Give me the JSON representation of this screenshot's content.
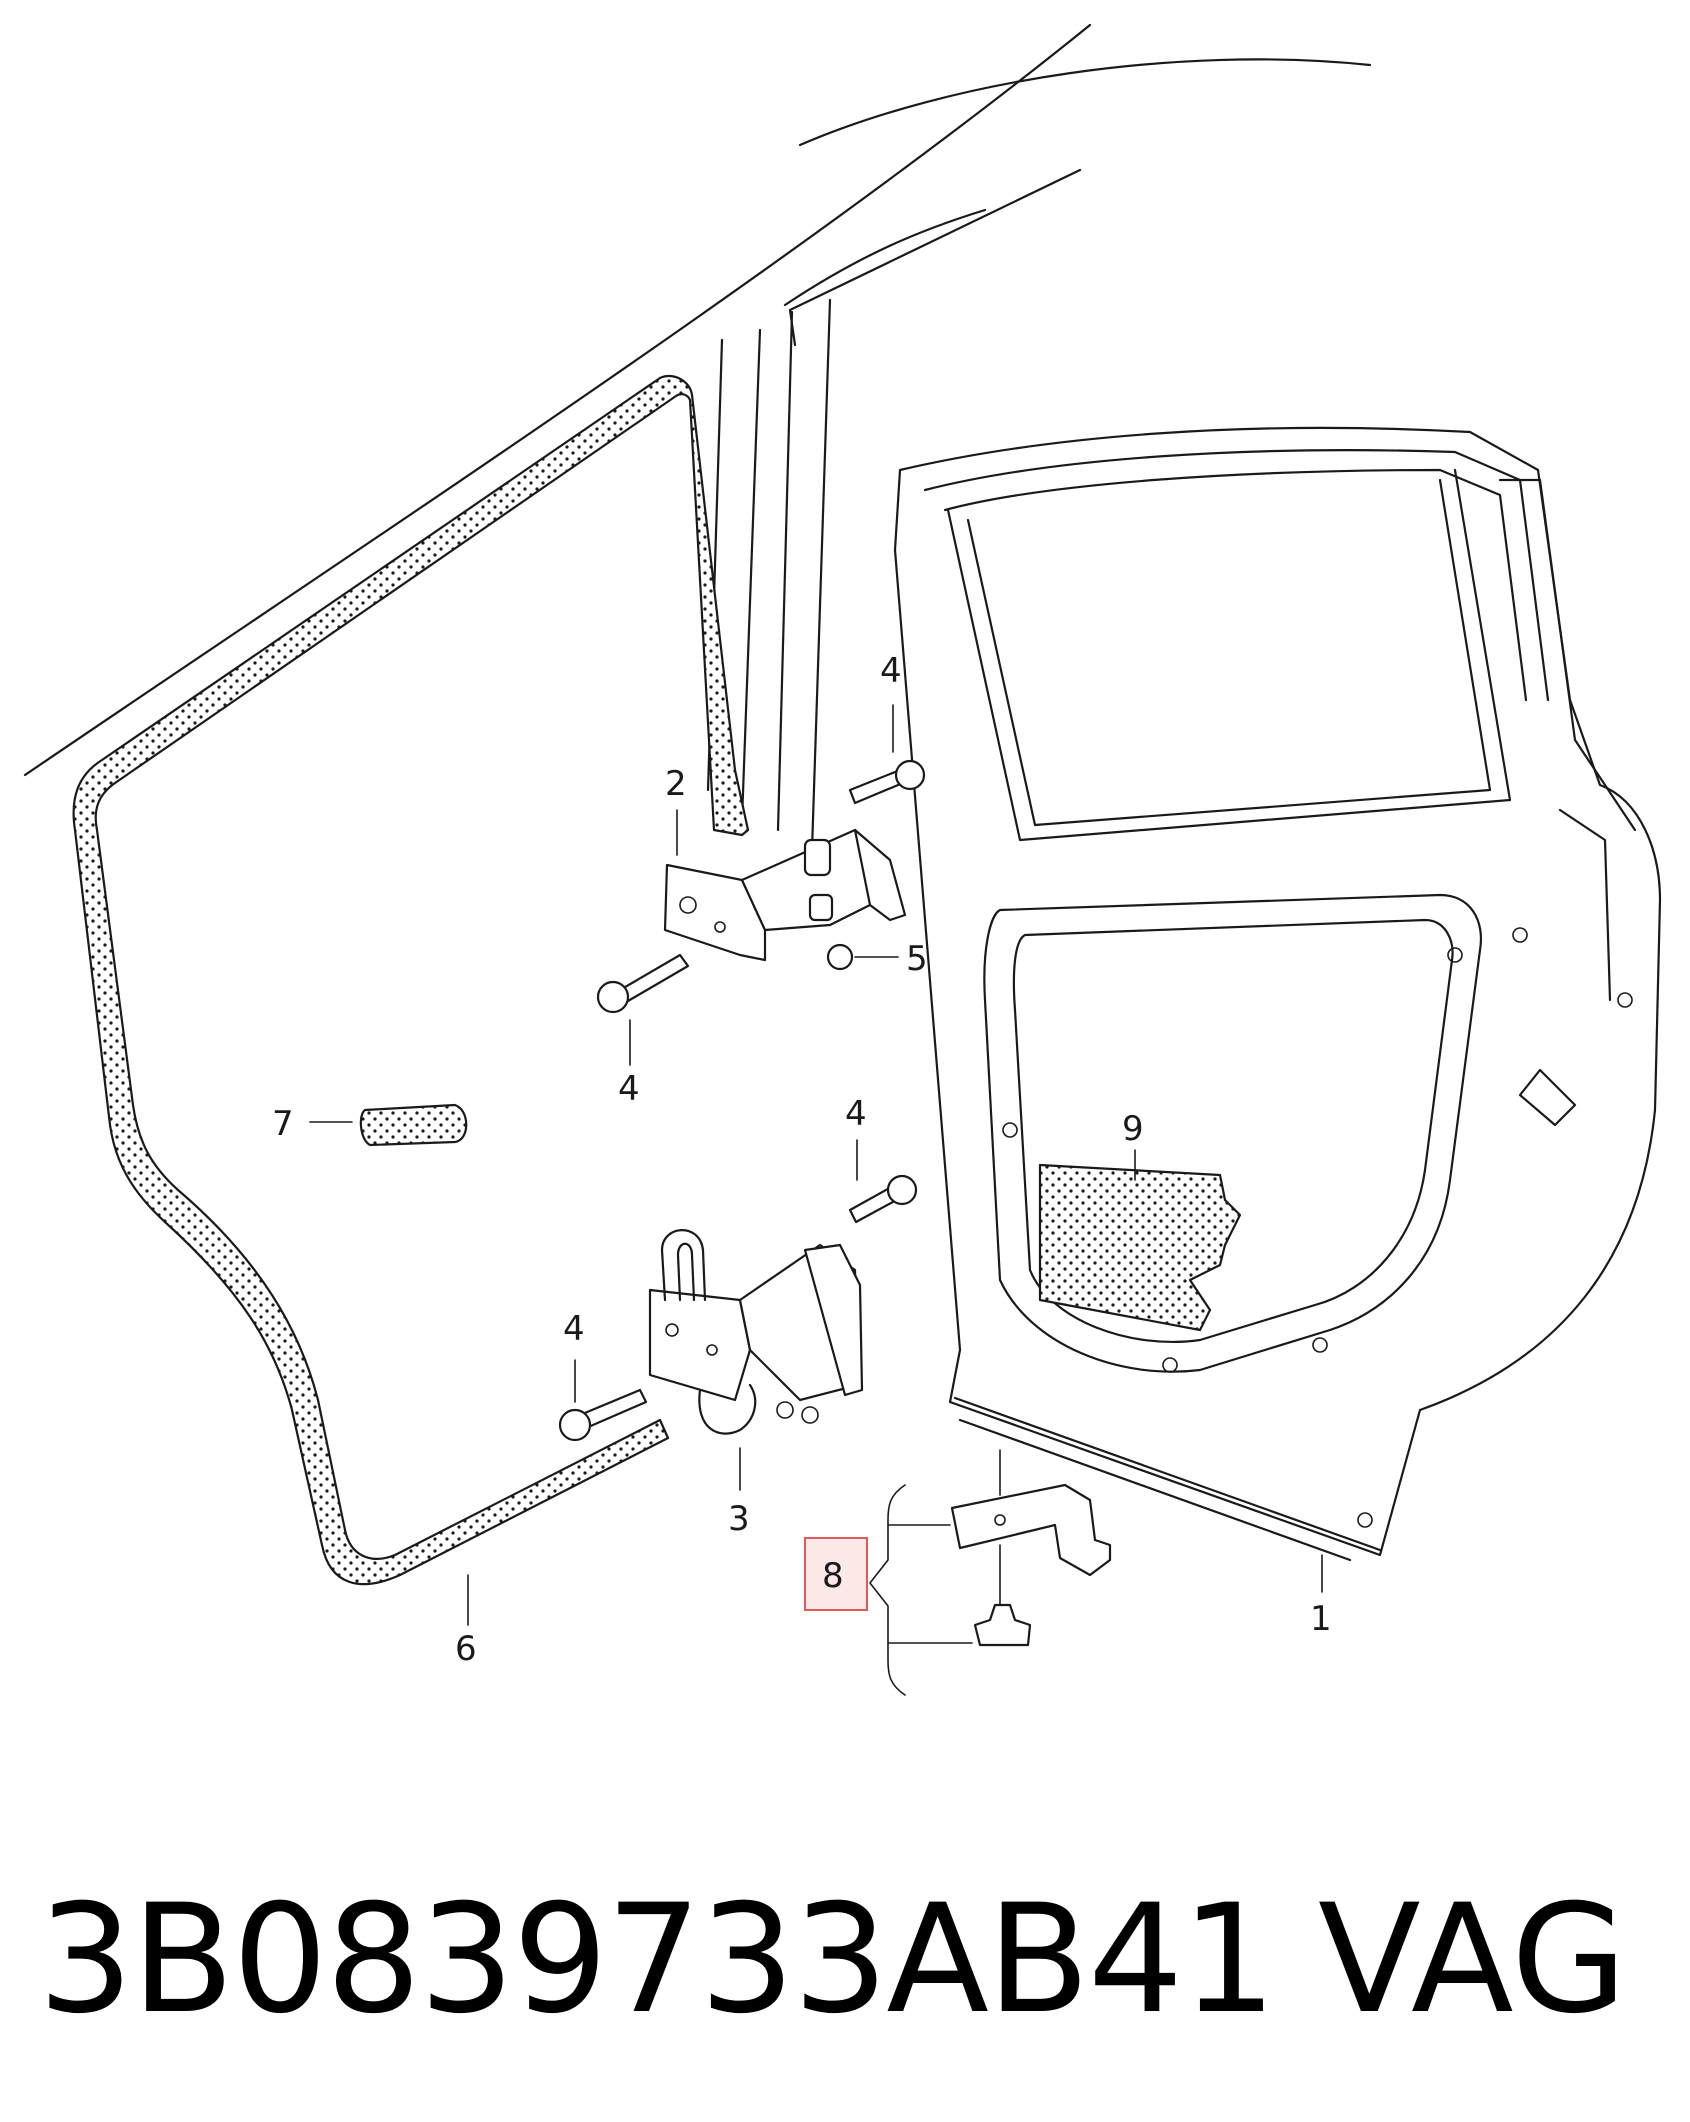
{
  "diagram": {
    "callouts": [
      "1",
      "2",
      "3",
      "4",
      "5",
      "6",
      "7",
      "8",
      "9"
    ],
    "highlighted_callout": "8",
    "highlight_color": "#e05a5a"
  },
  "footer": {
    "part_number": "3B0839733AB41",
    "brand": "VAG"
  }
}
